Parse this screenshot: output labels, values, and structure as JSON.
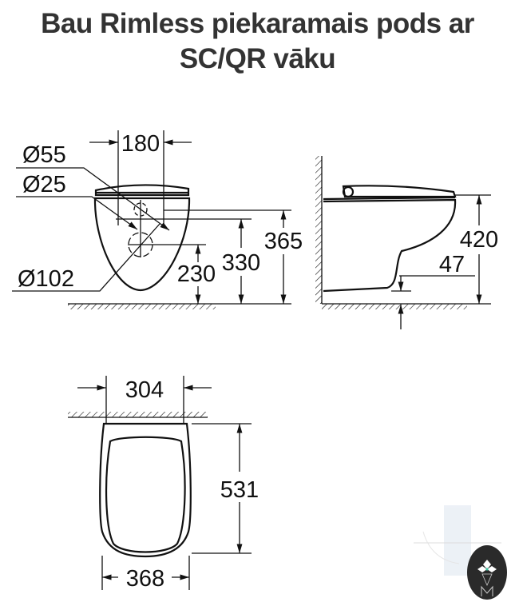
{
  "title": {
    "line1": "Bau Rimless piekaramais pods ar",
    "line2": "SC/QR vāku"
  },
  "front_view": {
    "width_180": "180",
    "dia_55": "Ø55",
    "dia_25": "Ø25",
    "dia_102": "Ø102",
    "h_230": "230",
    "h_330": "330",
    "h_365": "365"
  },
  "side_view": {
    "h_420": "420",
    "h_47": "47"
  },
  "top_view": {
    "w_304": "304",
    "l_531": "531",
    "w_368": "368"
  },
  "colors": {
    "title": "#333333",
    "lines": "#111111",
    "logo": "#2a2a2a"
  }
}
